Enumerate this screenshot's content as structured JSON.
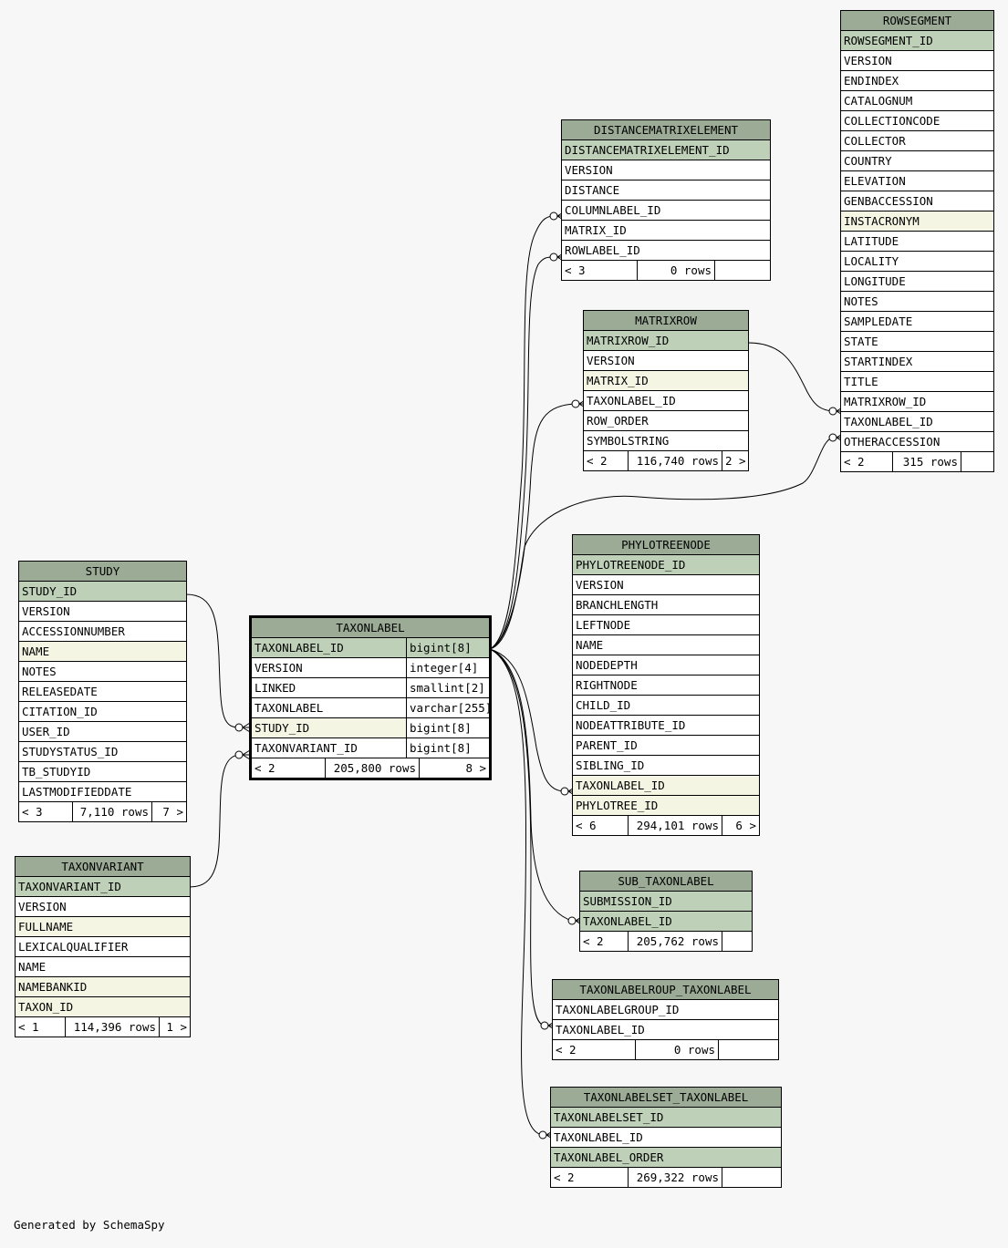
{
  "footer": "Generated by SchemaSpy",
  "tables": [
    {
      "id": "rowsegment",
      "name": "ROWSEGMENT",
      "columns": [
        {
          "name": "ROWSEGMENT_ID",
          "kind": "pk"
        },
        {
          "name": "VERSION"
        },
        {
          "name": "ENDINDEX"
        },
        {
          "name": "CATALOGNUM"
        },
        {
          "name": "COLLECTIONCODE"
        },
        {
          "name": "COLLECTOR"
        },
        {
          "name": "COUNTRY"
        },
        {
          "name": "ELEVATION"
        },
        {
          "name": "GENBACCESSION"
        },
        {
          "name": "INSTACRONYM",
          "kind": "idx"
        },
        {
          "name": "LATITUDE"
        },
        {
          "name": "LOCALITY"
        },
        {
          "name": "LONGITUDE"
        },
        {
          "name": "NOTES"
        },
        {
          "name": "SAMPLEDATE"
        },
        {
          "name": "STATE"
        },
        {
          "name": "STARTINDEX"
        },
        {
          "name": "TITLE"
        },
        {
          "name": "MATRIXROW_ID"
        },
        {
          "name": "TAXONLABEL_ID"
        },
        {
          "name": "OTHERACCESSION"
        }
      ],
      "footer": {
        "left": "< 2",
        "mid": "315 rows",
        "right": ""
      }
    },
    {
      "id": "distancematrixelement",
      "name": "DISTANCEMATRIXELEMENT",
      "columns": [
        {
          "name": "DISTANCEMATRIXELEMENT_ID",
          "kind": "pk"
        },
        {
          "name": "VERSION"
        },
        {
          "name": "DISTANCE"
        },
        {
          "name": "COLUMNLABEL_ID"
        },
        {
          "name": "MATRIX_ID"
        },
        {
          "name": "ROWLABEL_ID"
        }
      ],
      "footer": {
        "left": "< 3",
        "mid": "0 rows",
        "right": ""
      }
    },
    {
      "id": "matrixrow",
      "name": "MATRIXROW",
      "columns": [
        {
          "name": "MATRIXROW_ID",
          "kind": "pk"
        },
        {
          "name": "VERSION"
        },
        {
          "name": "MATRIX_ID",
          "kind": "idx"
        },
        {
          "name": "TAXONLABEL_ID"
        },
        {
          "name": "ROW_ORDER"
        },
        {
          "name": "SYMBOLSTRING"
        }
      ],
      "footer": {
        "left": "< 2",
        "mid": "116,740 rows",
        "right": "2 >"
      }
    },
    {
      "id": "phylotreenode",
      "name": "PHYLOTREENODE",
      "columns": [
        {
          "name": "PHYLOTREENODE_ID",
          "kind": "pk"
        },
        {
          "name": "VERSION"
        },
        {
          "name": "BRANCHLENGTH"
        },
        {
          "name": "LEFTNODE"
        },
        {
          "name": "NAME"
        },
        {
          "name": "NODEDEPTH"
        },
        {
          "name": "RIGHTNODE"
        },
        {
          "name": "CHILD_ID"
        },
        {
          "name": "NODEATTRIBUTE_ID"
        },
        {
          "name": "PARENT_ID"
        },
        {
          "name": "SIBLING_ID"
        },
        {
          "name": "TAXONLABEL_ID",
          "kind": "idx"
        },
        {
          "name": "PHYLOTREE_ID",
          "kind": "idx"
        }
      ],
      "footer": {
        "left": "< 6",
        "mid": "294,101 rows",
        "right": "6 >"
      }
    },
    {
      "id": "study",
      "name": "STUDY",
      "columns": [
        {
          "name": "STUDY_ID",
          "kind": "pk"
        },
        {
          "name": "VERSION"
        },
        {
          "name": "ACCESSIONNUMBER"
        },
        {
          "name": "NAME",
          "kind": "idx"
        },
        {
          "name": "NOTES"
        },
        {
          "name": "RELEASEDATE"
        },
        {
          "name": "CITATION_ID"
        },
        {
          "name": "USER_ID"
        },
        {
          "name": "STUDYSTATUS_ID"
        },
        {
          "name": "TB_STUDYID"
        },
        {
          "name": "LASTMODIFIEDDATE"
        }
      ],
      "footer": {
        "left": "< 3",
        "mid": "7,110 rows",
        "right": "7 >"
      }
    },
    {
      "id": "taxonlabel",
      "name": "TAXONLABEL",
      "focus": true,
      "columns": [
        {
          "name": "TAXONLABEL_ID",
          "type": "bigint[8]",
          "kind": "pk"
        },
        {
          "name": "VERSION",
          "type": "integer[4]"
        },
        {
          "name": "LINKED",
          "type": "smallint[2]"
        },
        {
          "name": "TAXONLABEL",
          "type": "varchar[255]"
        },
        {
          "name": "STUDY_ID",
          "type": "bigint[8]",
          "kind": "idx"
        },
        {
          "name": "TAXONVARIANT_ID",
          "type": "bigint[8]"
        }
      ],
      "footer": {
        "left": "< 2",
        "mid": "205,800 rows",
        "right": "8 >"
      }
    },
    {
      "id": "taxonvariant",
      "name": "TAXONVARIANT",
      "columns": [
        {
          "name": "TAXONVARIANT_ID",
          "kind": "pk"
        },
        {
          "name": "VERSION"
        },
        {
          "name": "FULLNAME",
          "kind": "idx"
        },
        {
          "name": "LEXICALQUALIFIER"
        },
        {
          "name": "NAME"
        },
        {
          "name": "NAMEBANKID",
          "kind": "idx"
        },
        {
          "name": "TAXON_ID",
          "kind": "idx"
        }
      ],
      "footer": {
        "left": "< 1",
        "mid": "114,396 rows",
        "right": "1 >"
      }
    },
    {
      "id": "sub_taxonlabel",
      "name": "SUB_TAXONLABEL",
      "columns": [
        {
          "name": "SUBMISSION_ID",
          "kind": "pk"
        },
        {
          "name": "TAXONLABEL_ID",
          "kind": "pk"
        }
      ],
      "footer": {
        "left": "< 2",
        "mid": "205,762 rows",
        "right": ""
      }
    },
    {
      "id": "taxonlabelroup_taxonlabel",
      "name": "TAXONLABELROUP_TAXONLABEL",
      "columns": [
        {
          "name": "TAXONLABELGROUP_ID"
        },
        {
          "name": "TAXONLABEL_ID"
        }
      ],
      "footer": {
        "left": "< 2",
        "mid": "0 rows",
        "right": ""
      }
    },
    {
      "id": "taxonlabelset_taxonlabel",
      "name": "TAXONLABELSET_TAXONLABEL",
      "columns": [
        {
          "name": "TAXONLABELSET_ID",
          "kind": "pk"
        },
        {
          "name": "TAXONLABEL_ID"
        },
        {
          "name": "TAXONLABEL_ORDER",
          "kind": "pk"
        }
      ],
      "footer": {
        "left": "< 2",
        "mid": "269,322 rows",
        "right": ""
      }
    }
  ]
}
